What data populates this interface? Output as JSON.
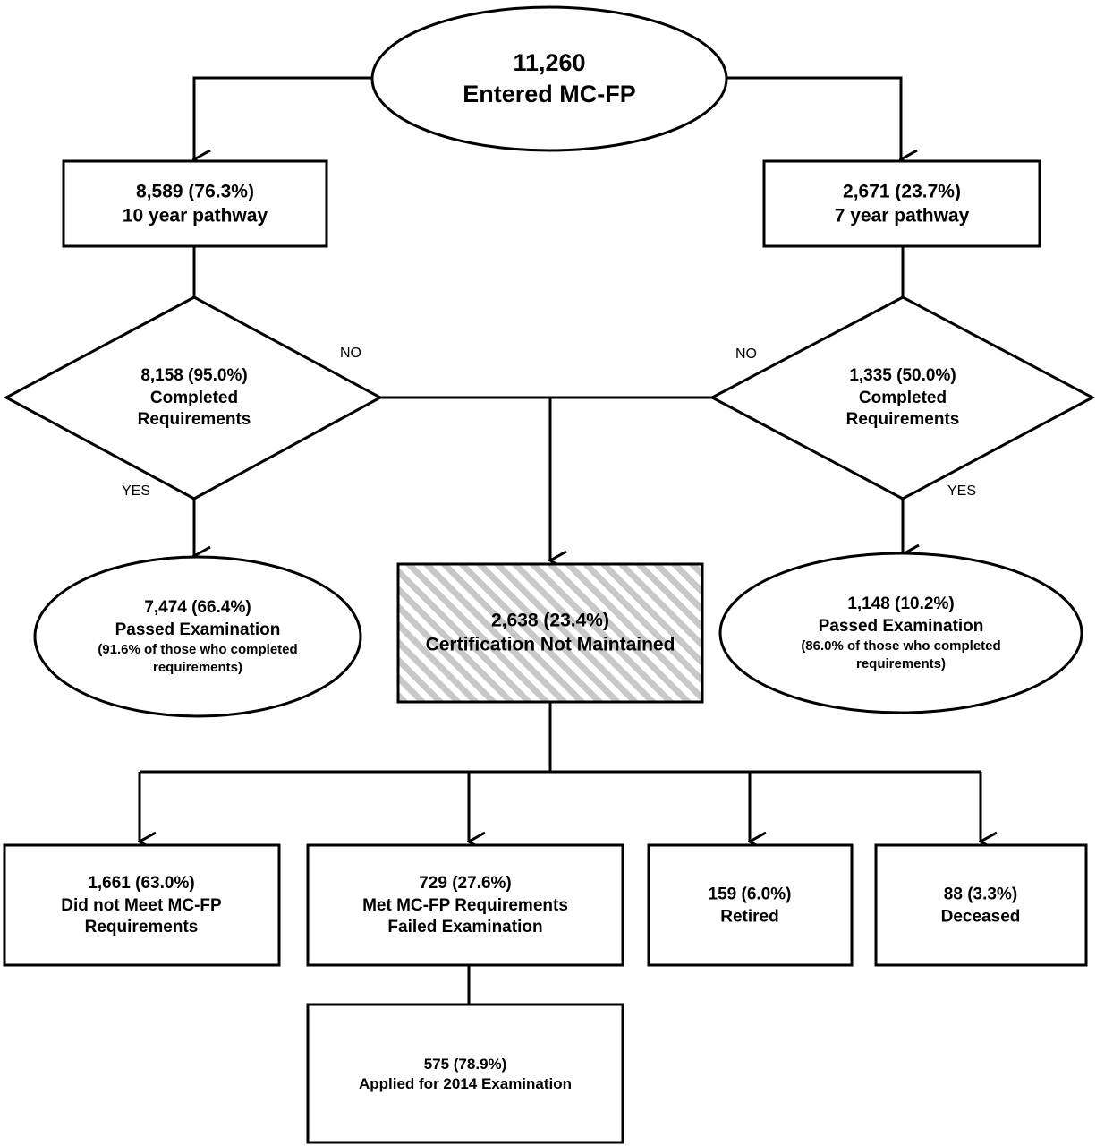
{
  "nodes": {
    "entered": {
      "value": "11,260",
      "label": "Entered MC-FP"
    },
    "ten_year": {
      "value": "8,589 (76.3%)",
      "label": "10 year pathway"
    },
    "seven_year": {
      "value": "2,671 (23.7%)",
      "label": "7 year pathway"
    },
    "completed_10": {
      "value": "8,158 (95.0%)",
      "line1": "Completed",
      "line2": "Requirements"
    },
    "completed_7": {
      "value": "1,335 (50.0%)",
      "line1": "Completed",
      "line2": "Requirements"
    },
    "passed_10": {
      "value": "7,474 (66.4%)",
      "label": "Passed Examination",
      "note1": "(91.6% of those who completed",
      "note2": "requirements)"
    },
    "passed_7": {
      "value": "1,148 (10.2%)",
      "label": "Passed Examination",
      "note1": "(86.0% of those who completed",
      "note2": "requirements)"
    },
    "not_maintained": {
      "value": "2,638 (23.4%)",
      "label": "Certification Not Maintained"
    },
    "did_not_meet": {
      "value": "1,661 (63.0%)",
      "line1": "Did not Meet MC-FP",
      "line2": "Requirements"
    },
    "failed_exam": {
      "value": "729 (27.6%)",
      "line1": "Met MC-FP Requirements",
      "line2": "Failed Examination"
    },
    "retired": {
      "value": "159 (6.0%)",
      "label": "Retired"
    },
    "deceased": {
      "value": "88 (3.3%)",
      "label": "Deceased"
    },
    "applied_2014": {
      "value": "575 (78.9%)",
      "label": "Applied for 2014 Examination"
    }
  },
  "edge_labels": {
    "no_left": "NO",
    "yes_left": "YES",
    "no_right": "NO",
    "yes_right": "YES"
  },
  "colors": {
    "stroke": "#000000",
    "hatch": "#c8c8c8",
    "background": "#ffffff"
  }
}
